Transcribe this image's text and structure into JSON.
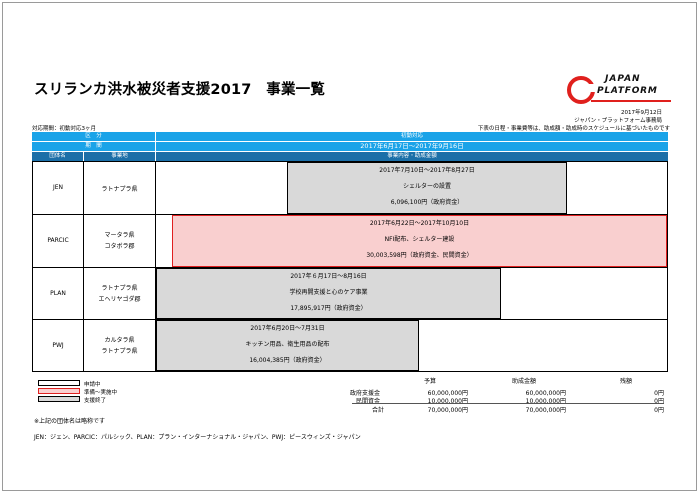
{
  "title": "スリランカ洪水被災者支援2017　事業一覧",
  "logo": {
    "line1": "JAPAN",
    "line2": "PLATFORM"
  },
  "date": "2017年9月12日",
  "org": "ジャパン・プラットフォーム事務局",
  "note_top": "下表の日程・事業費等は、助成額・助成時のスケジュールに基づいたものです",
  "response_period": "対応期間：初動対応3ヶ月",
  "header": {
    "kubun_label": "区　分",
    "kubun_value": "初動対応",
    "kikan_label": "期　間",
    "kikan_value": "2017年6月17日～2017年9月16日",
    "col_org": "団体名",
    "col_area": "事業地",
    "col_content": "事業内容・助成金額"
  },
  "rows": [
    {
      "org": "JEN",
      "area1": "ラトナプラ県",
      "area2": "",
      "period": "2017年7月10日～2017年8月27日",
      "content": "シェルターの設置",
      "amount": "6,096,100円（政府資金）",
      "status": "gray"
    },
    {
      "org": "PARCIC",
      "area1": "マータラ県",
      "area2": "コタボラ郡",
      "period": "2017年6月22日～2017年10月10日",
      "content": "NFI配布、シェルター建設",
      "amount": "30,003,598円（政府資金、民間資金）",
      "status": "red"
    },
    {
      "org": "PLAN",
      "area1": "ラトナプラ県",
      "area2": "エヘリヤゴダ郡",
      "period": "2017年６月17日～8月16日",
      "content": "学校再開支援と心のケア事業",
      "amount": "17,895,917円（政府資金）",
      "status": "gray"
    },
    {
      "org": "PWJ",
      "area1": "カルタラ県",
      "area2": "ラトナプラ県",
      "period": "2017年6月20日～7月31日",
      "content": "キッチン用品、衛生用品の配布",
      "amount": "16,004,385円（政府資金）",
      "status": "gray"
    }
  ],
  "legend": [
    {
      "label": "申請中",
      "color": "#ffffff"
    },
    {
      "label": "準備～実施中",
      "color": "#f9cfcf"
    },
    {
      "label": "支援終了",
      "color": "#d9d9d9"
    }
  ],
  "summary": {
    "headers": {
      "yotei": "予算",
      "josei": "助成金額",
      "zangaku": "残額"
    },
    "rows": [
      {
        "label": "政府支援金",
        "yotei": "60,000,000円",
        "josei": "60,000,000円",
        "zangaku": "0円"
      },
      {
        "label": "民間資金",
        "yotei": "10,000,000円",
        "josei": "10,000,000円",
        "zangaku": "0円"
      },
      {
        "label": "合計",
        "yotei": "70,000,000円",
        "josei": "70,000,000円",
        "zangaku": "0円"
      }
    ]
  },
  "footnote1": "※上記の団体名は略称です",
  "footnote2": "JEN：ジェン、PARCIC：パルシック、PLAN：プラン・インターナショナル・ジャパン、PWJ：ピースウィンズ・ジャパン"
}
